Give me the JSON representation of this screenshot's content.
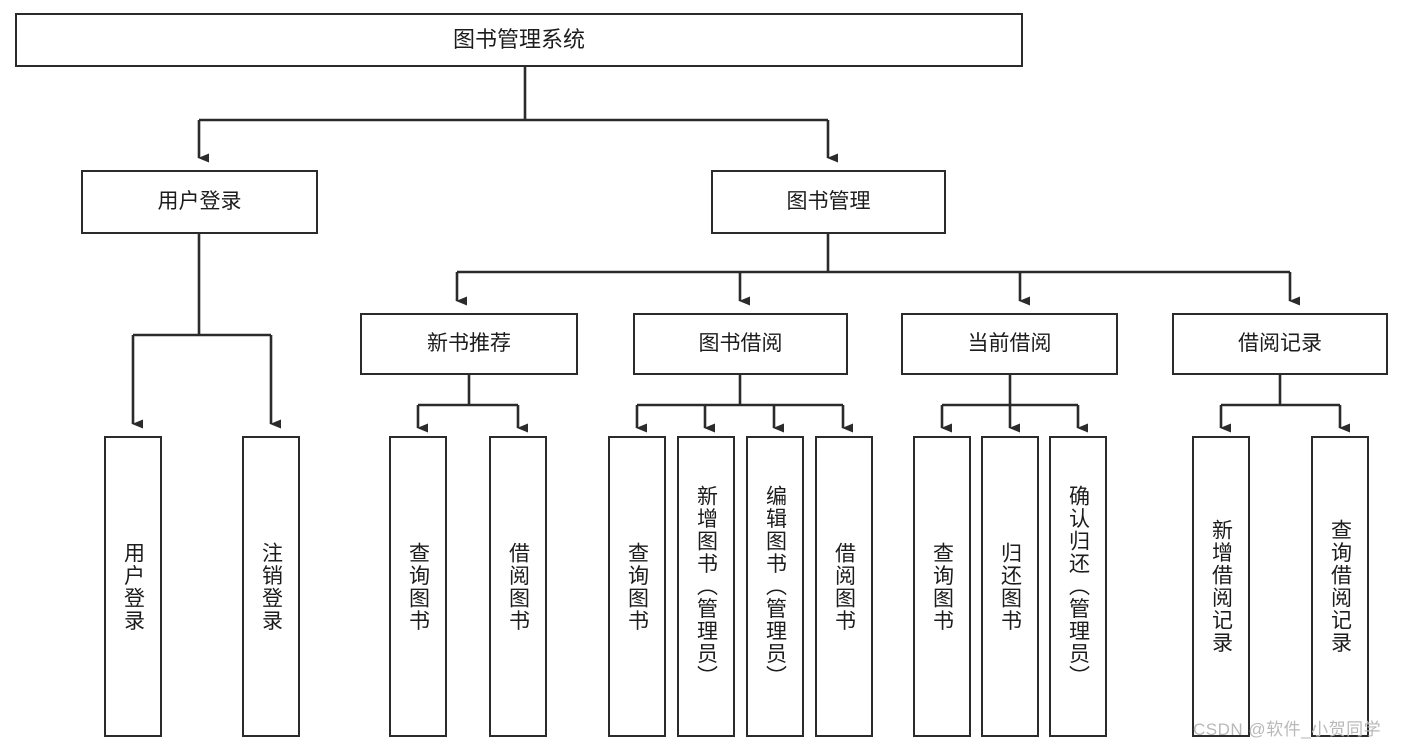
{
  "diagram": {
    "title": "图书管理系统",
    "type": "tree-hierarchy",
    "watermark": "CSDN @软件_小贺同学",
    "colors": {
      "stroke": "#2b2b2b",
      "fill": "#ffffff",
      "text": "#1c1c1c",
      "watermark": "#b9b9b9"
    },
    "root": {
      "label": "图书管理系统"
    },
    "level2": [
      {
        "label": "用户登录"
      },
      {
        "label": "图书管理"
      }
    ],
    "level3": [
      {
        "label": "新书推荐"
      },
      {
        "label": "图书借阅"
      },
      {
        "label": "当前借阅"
      },
      {
        "label": "借阅记录"
      }
    ],
    "leaves": {
      "user_login": [
        {
          "label": "用户登录"
        },
        {
          "label": "注销登录"
        }
      ],
      "new_book": [
        {
          "label": "查询图书"
        },
        {
          "label": "借阅图书"
        }
      ],
      "borrow_book": [
        {
          "label": "查询图书"
        },
        {
          "label": "新增图书（管理员）"
        },
        {
          "label": "编辑图书（管理员）"
        },
        {
          "label": "借阅图书"
        }
      ],
      "current_borrow": [
        {
          "label": "查询图书"
        },
        {
          "label": "归还图书"
        },
        {
          "label": "确认归还（管理员）"
        }
      ],
      "borrow_record": [
        {
          "label": "新增借阅记录"
        },
        {
          "label": "查询借阅记录"
        }
      ]
    }
  }
}
